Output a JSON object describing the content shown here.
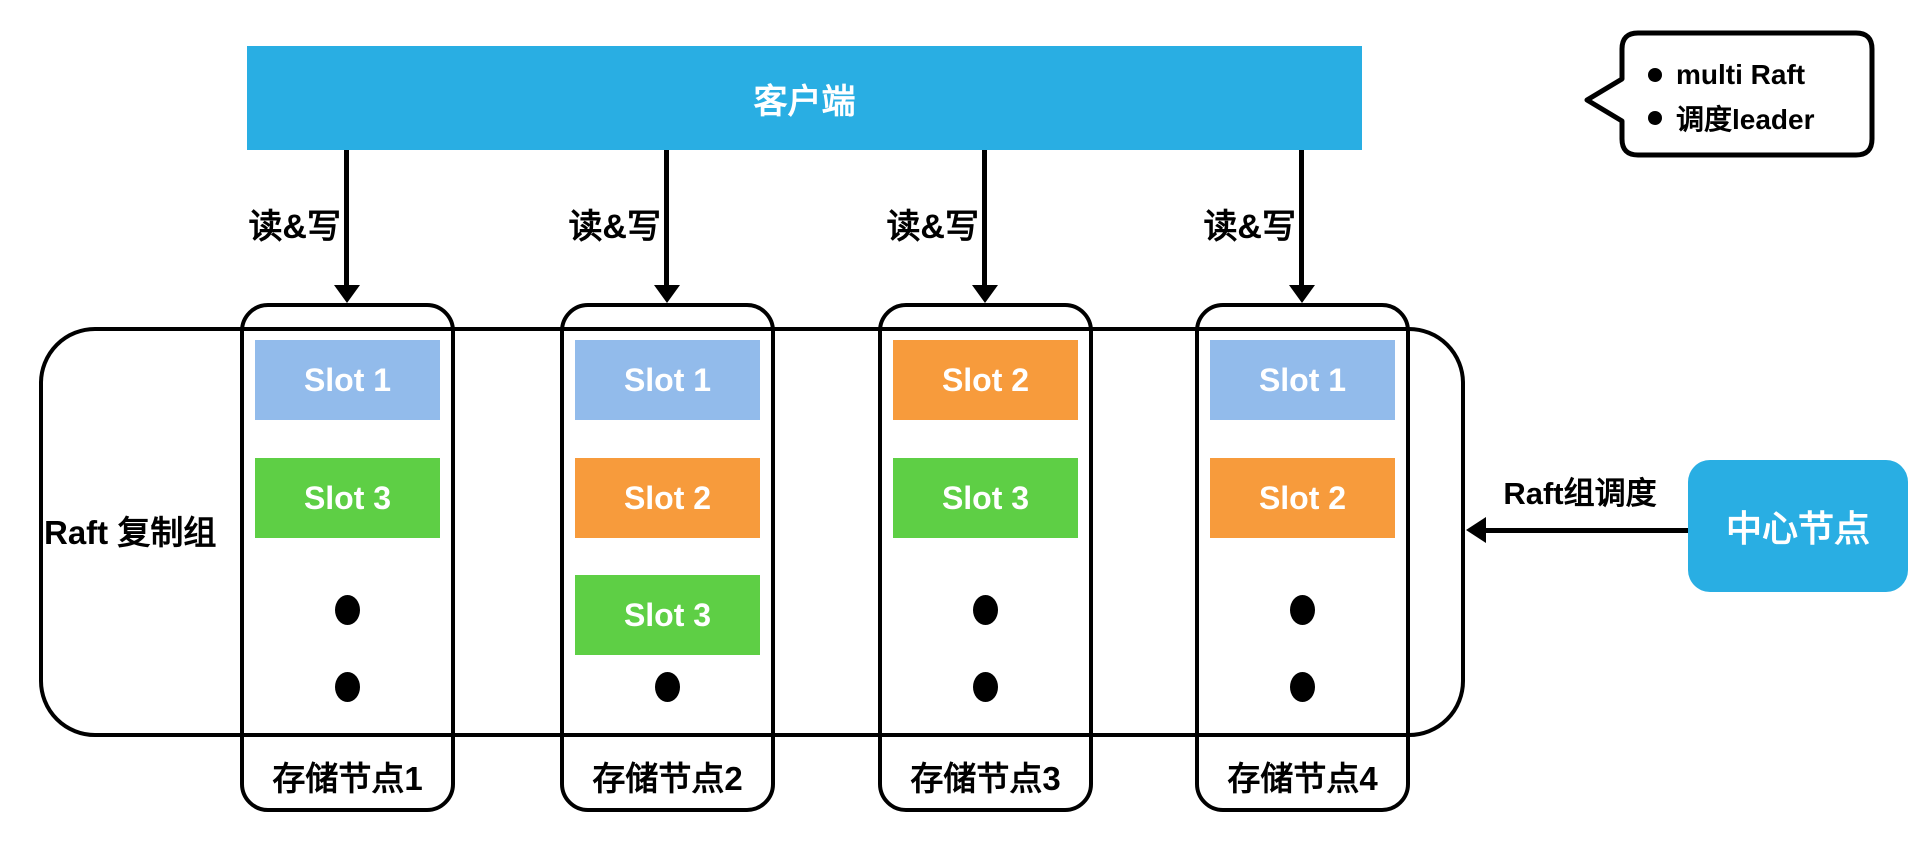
{
  "colors": {
    "client_blue": "#29AEE3",
    "slot_blue": "#92BBEB",
    "slot_orange": "#F79B3C",
    "slot_green": "#5ECF45",
    "line_black": "#000000"
  },
  "client": {
    "label": "客户端"
  },
  "read_write_label": "读&写",
  "raft_group": {
    "label": "Raft 复制组"
  },
  "nodes": [
    {
      "name": "存储节点1",
      "dots": 2,
      "slots": [
        {
          "label": "Slot 1",
          "color": "blue"
        },
        {
          "label": "Slot 3",
          "color": "green"
        }
      ]
    },
    {
      "name": "存储节点2",
      "dots": 1,
      "slots": [
        {
          "label": "Slot 1",
          "color": "blue"
        },
        {
          "label": "Slot 2",
          "color": "orange"
        },
        {
          "label": "Slot 3",
          "color": "green"
        }
      ]
    },
    {
      "name": "存储节点3",
      "dots": 2,
      "slots": [
        {
          "label": "Slot 2",
          "color": "orange"
        },
        {
          "label": "Slot 3",
          "color": "green"
        }
      ]
    },
    {
      "name": "存储节点4",
      "dots": 2,
      "slots": [
        {
          "label": "Slot 1",
          "color": "blue"
        },
        {
          "label": "Slot 2",
          "color": "orange"
        }
      ]
    }
  ],
  "central_node": {
    "label": "中心节点"
  },
  "scheduling": {
    "label": "Raft组调度"
  },
  "callout": {
    "items": [
      "multi Raft",
      "调度leader"
    ]
  }
}
